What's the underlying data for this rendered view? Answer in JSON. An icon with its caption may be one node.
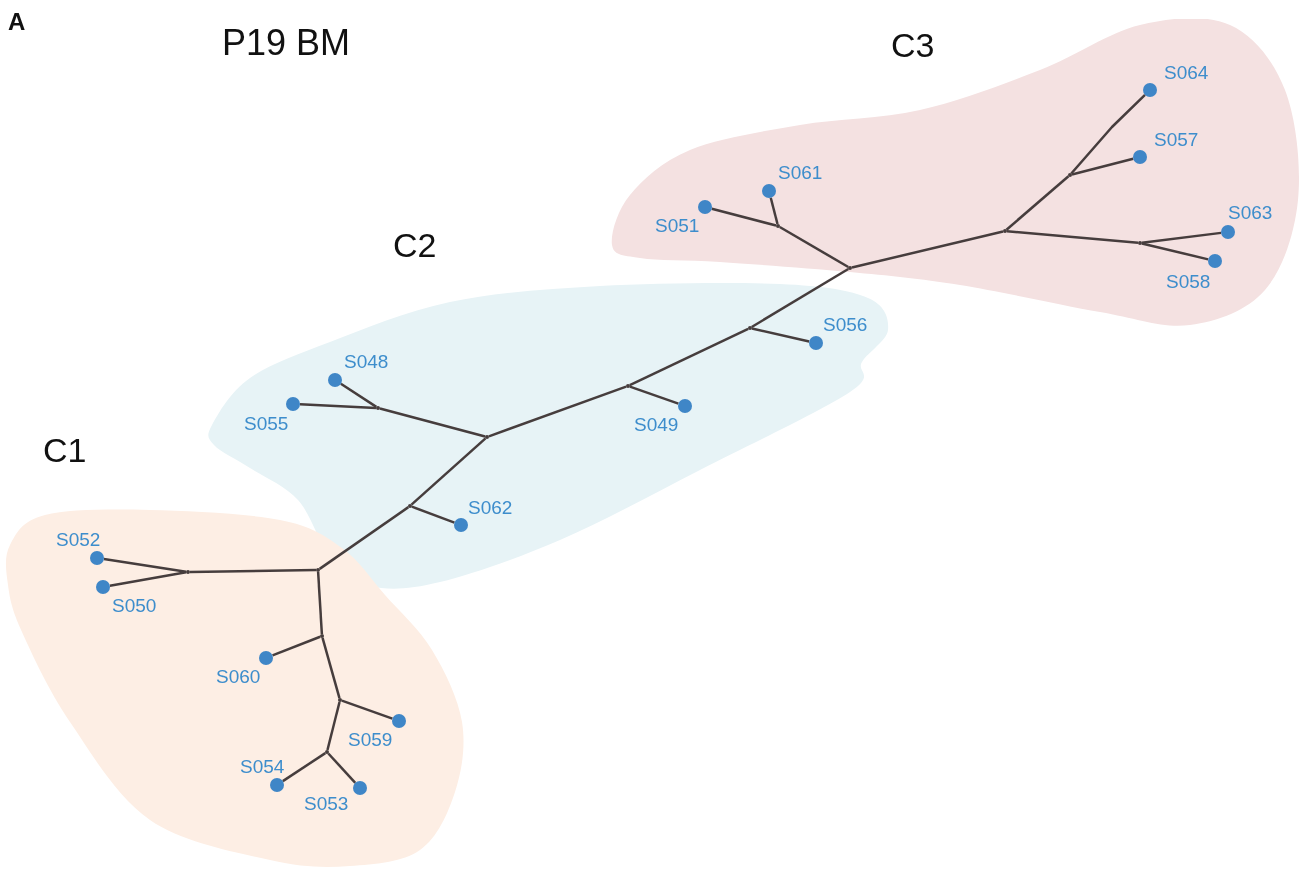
{
  "diagram": {
    "title": "P19 BM",
    "nodes": [
      {
        "text": [
          "C3"
        ]
      },
      {
        "text": [
          "S064"
        ],
        "in": 0
      },
      {
        "text": [
          "S057"
        ],
        "in": 0
      },
      {
        "text": [
          "S063"
        ],
        "in": 0
      },
      {
        "text": [
          "S058"
        ],
        "in": 0
      },
      {
        "text": [
          "S061"
        ],
        "in": 0
      },
      {
        "text": [
          "S051"
        ],
        "in": 0
      },
      {
        "text": [],
        "shape": "point",
        "in": 0
      },
      {
        "text": [],
        "shape": "point",
        "in": 0
      },
      {
        "text": [],
        "shape": "point",
        "in": 0
      },
      {
        "text": [],
        "shape": "point",
        "in": 0
      },
      {
        "text": [],
        "shape": "point",
        "in": 0
      },
      {
        "text": [
          "C2"
        ]
      },
      {
        "text": [
          "S056"
        ],
        "in": 12
      },
      {
        "text": [
          "S049"
        ],
        "in": 12
      },
      {
        "text": [
          "S048"
        ],
        "in": 12
      },
      {
        "text": [
          "S055"
        ],
        "in": 12
      },
      {
        "text": [
          "S062"
        ],
        "in": 12
      },
      {
        "text": [],
        "shape": "point",
        "in": 12
      },
      {
        "text": [],
        "shape": "point",
        "in": 12
      },
      {
        "text": [],
        "shape": "point",
        "in": 12
      },
      {
        "text": [],
        "shape": "point",
        "in": 12
      },
      {
        "text": [],
        "shape": "point",
        "in": 12
      },
      {
        "text": [
          "C1"
        ]
      },
      {
        "text": [
          "S052"
        ],
        "in": 23
      },
      {
        "text": [
          "S050"
        ],
        "in": 23
      },
      {
        "text": [
          "S060"
        ],
        "in": 23
      },
      {
        "text": [
          "S059"
        ],
        "in": 23
      },
      {
        "text": [
          "S054"
        ],
        "in": 23
      },
      {
        "text": [
          "S053"
        ],
        "in": 23
      },
      {
        "text": [],
        "shape": "point",
        "in": 23
      },
      {
        "text": [],
        "shape": "point",
        "in": 23
      },
      {
        "text": [],
        "shape": "point",
        "in": 23
      },
      {
        "text": [],
        "shape": "point",
        "in": 23
      },
      {
        "text": [],
        "shape": "point",
        "in": 23
      }
    ],
    "edges": [
      {
        "from": 11,
        "to": 7,
        "arrow": "none"
      },
      {
        "from": 11,
        "to": 10,
        "arrow": "none"
      },
      {
        "from": 11,
        "to": 18,
        "arrow": "none"
      },
      {
        "from": 7,
        "to": 8,
        "arrow": "none"
      },
      {
        "from": 7,
        "to": 9,
        "arrow": "none"
      },
      {
        "from": 8,
        "to": 1,
        "arrow": "none"
      },
      {
        "from": 8,
        "to": 2,
        "arrow": "none"
      },
      {
        "from": 9,
        "to": 3,
        "arrow": "none"
      },
      {
        "from": 9,
        "to": 4,
        "arrow": "none"
      },
      {
        "from": 10,
        "to": 5,
        "arrow": "none"
      },
      {
        "from": 10,
        "to": 6,
        "arrow": "none"
      },
      {
        "from": 18,
        "to": 13,
        "arrow": "none"
      },
      {
        "from": 18,
        "to": 19,
        "arrow": "none"
      },
      {
        "from": 19,
        "to": 14,
        "arrow": "none"
      },
      {
        "from": 19,
        "to": 20,
        "arrow": "none"
      },
      {
        "from": 20,
        "to": 21,
        "arrow": "none"
      },
      {
        "from": 20,
        "to": 22,
        "arrow": "none"
      },
      {
        "from": 21,
        "to": 15,
        "arrow": "none"
      },
      {
        "from": 21,
        "to": 16,
        "arrow": "none"
      },
      {
        "from": 22,
        "to": 17,
        "arrow": "none"
      },
      {
        "from": 22,
        "to": 30,
        "arrow": "none"
      },
      {
        "from": 30,
        "to": 31,
        "arrow": "none"
      },
      {
        "from": 30,
        "to": 32,
        "arrow": "none"
      },
      {
        "from": 31,
        "to": 24,
        "arrow": "none"
      },
      {
        "from": 31,
        "to": 25,
        "arrow": "none"
      },
      {
        "from": 32,
        "to": 26,
        "arrow": "none"
      },
      {
        "from": 32,
        "to": 33,
        "arrow": "none"
      },
      {
        "from": 33,
        "to": 27,
        "arrow": "none"
      },
      {
        "from": 33,
        "to": 34,
        "arrow": "none"
      },
      {
        "from": 34,
        "to": 28,
        "arrow": "none"
      },
      {
        "from": 34,
        "to": 29,
        "arrow": "none"
      }
    ],
    "labels": [
      "A"
    ]
  }
}
